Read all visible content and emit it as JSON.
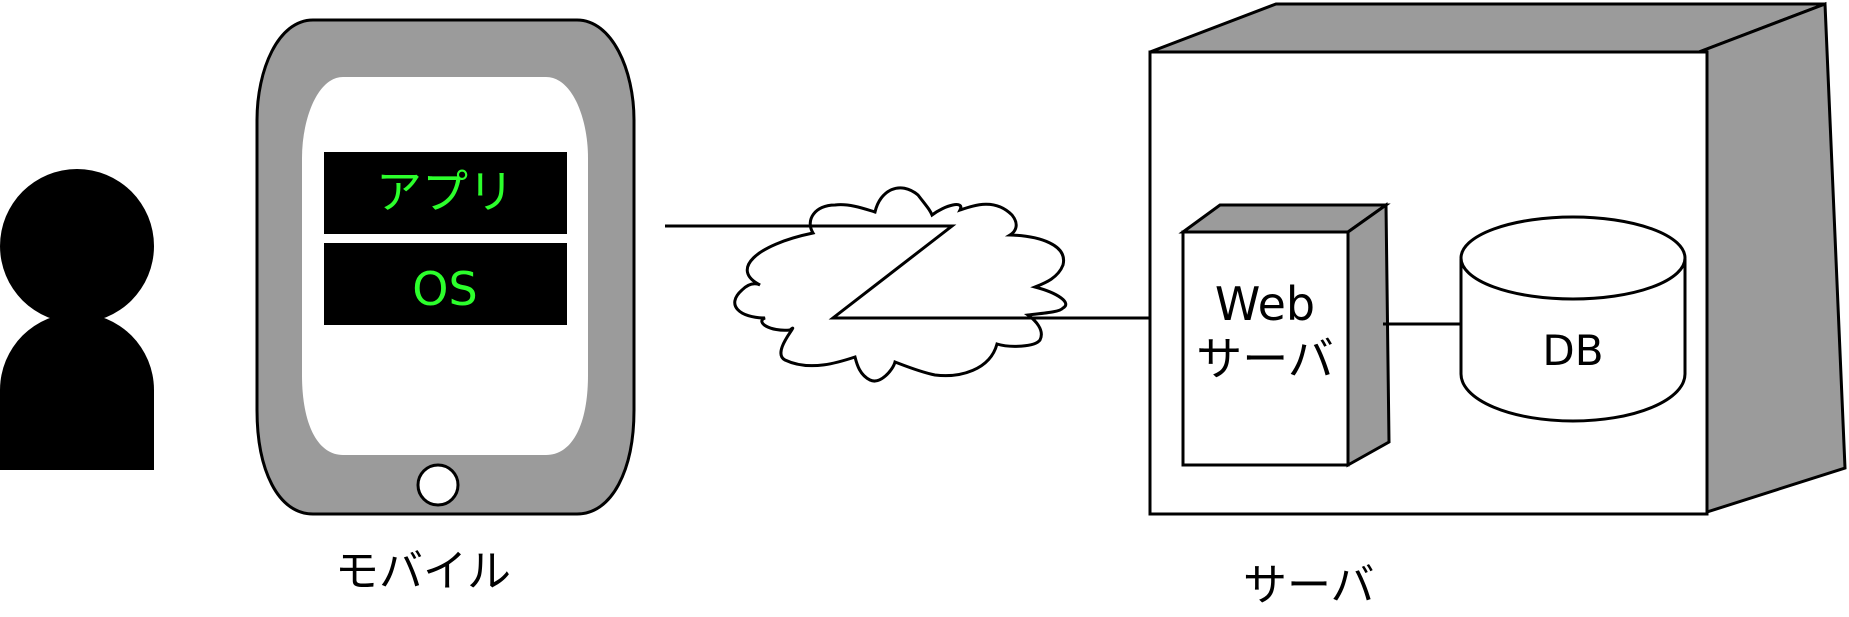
{
  "colors": {
    "device_gray": "#9b9b9b",
    "screen_text": "#2cff2c",
    "screen_block": "#000000",
    "outline": "#000000"
  },
  "icons": {
    "user": "person-icon",
    "mobile": "tablet-icon",
    "network": "cloud-icon",
    "server": "server-box-icon",
    "web_server": "web-server-icon",
    "database": "database-icon"
  },
  "mobile": {
    "label": "モバイル",
    "layers": [
      {
        "label": "アプリ"
      },
      {
        "label": "OS"
      }
    ]
  },
  "server": {
    "label": "サーバ",
    "web_line1": "Web",
    "web_line2": "サーバ",
    "db_label": "DB"
  }
}
